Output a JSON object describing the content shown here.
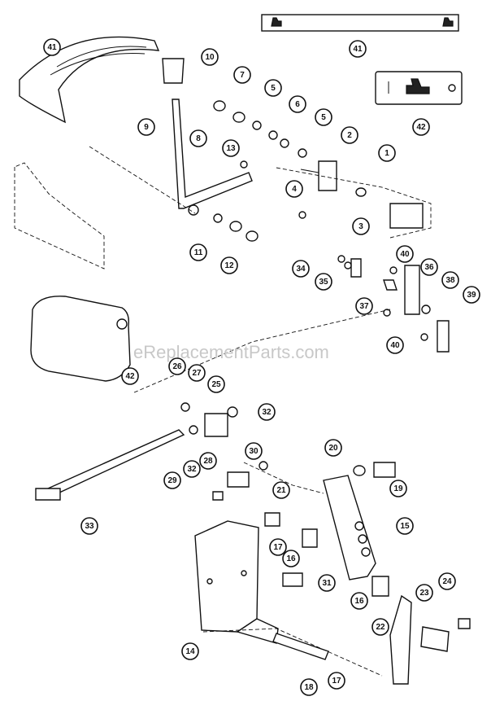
{
  "watermark": "eReplacementParts.com",
  "callouts": [
    "41",
    "10",
    "7",
    "5",
    "6",
    "5",
    "9",
    "8",
    "13",
    "2",
    "1",
    "4",
    "11",
    "12",
    "3",
    "34",
    "35",
    "40",
    "36",
    "38",
    "39",
    "37",
    "40",
    "42",
    "26",
    "27",
    "25",
    "32",
    "32",
    "20",
    "19",
    "30",
    "28",
    "29",
    "21",
    "15",
    "17",
    "16",
    "33",
    "31",
    "16",
    "14",
    "22",
    "23",
    "24",
    "18",
    "17",
    "41",
    "42"
  ]
}
